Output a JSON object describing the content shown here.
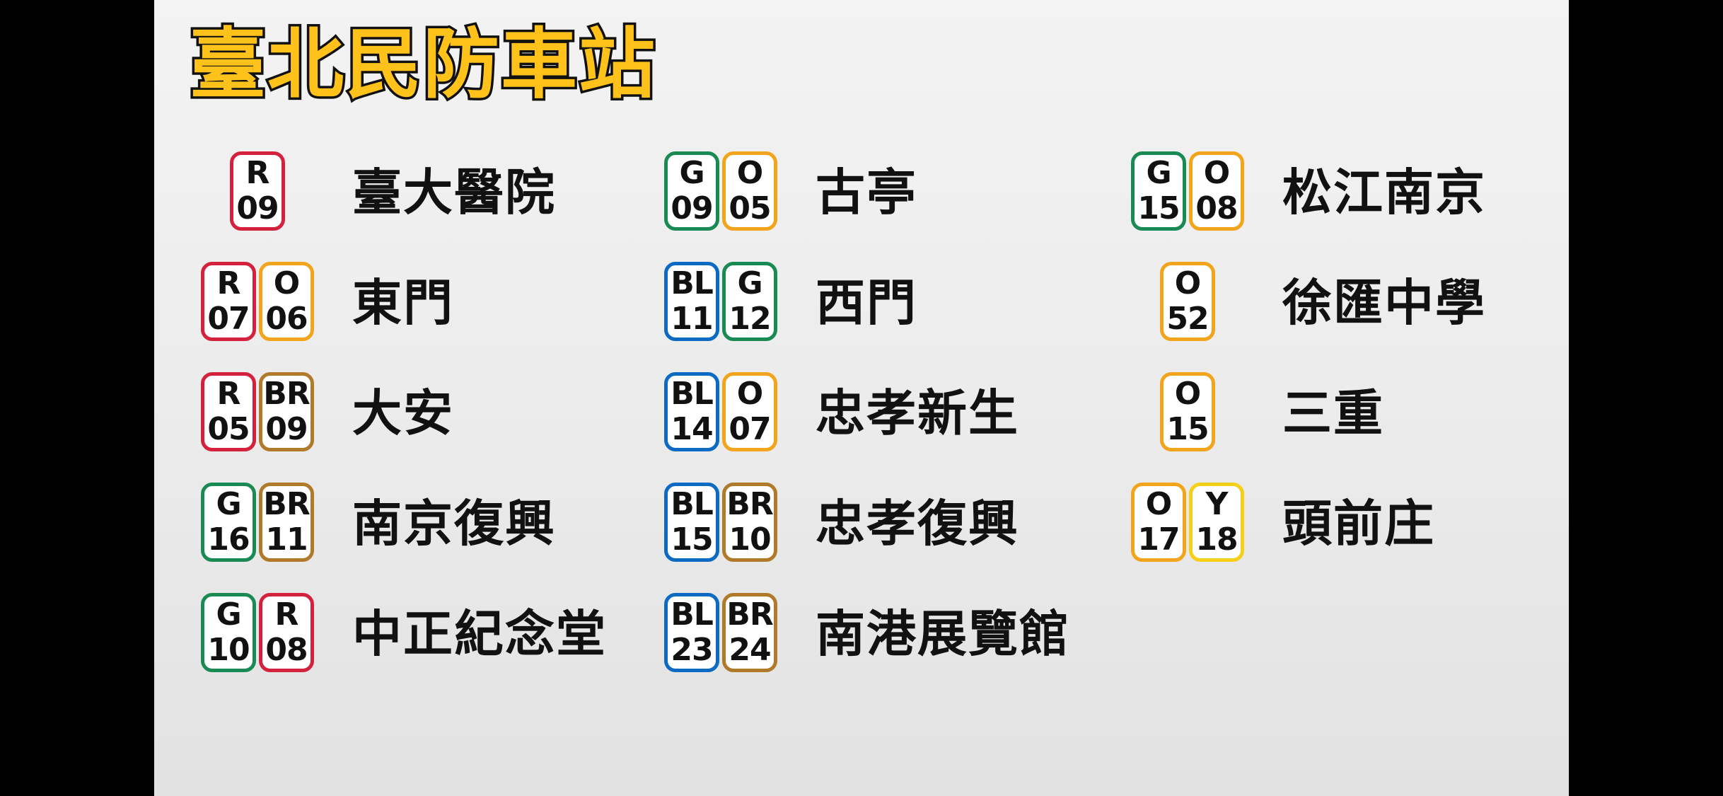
{
  "title": "臺北民防車站",
  "line_colors": {
    "R": "#d4213d",
    "O": "#f2a51c",
    "G": "#1a8a55",
    "BL": "#0b6ac2",
    "BR": "#b17a2a",
    "Y": "#f5d018"
  },
  "columns": [
    [
      {
        "name": "臺大醫院",
        "badges": [
          {
            "line": "R",
            "num": "09"
          }
        ]
      },
      {
        "name": "東門",
        "badges": [
          {
            "line": "R",
            "num": "07"
          },
          {
            "line": "O",
            "num": "06"
          }
        ]
      },
      {
        "name": "大安",
        "badges": [
          {
            "line": "R",
            "num": "05"
          },
          {
            "line": "BR",
            "num": "09"
          }
        ]
      },
      {
        "name": "南京復興",
        "badges": [
          {
            "line": "G",
            "num": "16"
          },
          {
            "line": "BR",
            "num": "11"
          }
        ]
      },
      {
        "name": "中正紀念堂",
        "badges": [
          {
            "line": "G",
            "num": "10"
          },
          {
            "line": "R",
            "num": "08"
          }
        ]
      }
    ],
    [
      {
        "name": "古亭",
        "badges": [
          {
            "line": "G",
            "num": "09"
          },
          {
            "line": "O",
            "num": "05"
          }
        ]
      },
      {
        "name": "西門",
        "badges": [
          {
            "line": "BL",
            "num": "11"
          },
          {
            "line": "G",
            "num": "12"
          }
        ]
      },
      {
        "name": "忠孝新生",
        "badges": [
          {
            "line": "BL",
            "num": "14"
          },
          {
            "line": "O",
            "num": "07"
          }
        ]
      },
      {
        "name": "忠孝復興",
        "badges": [
          {
            "line": "BL",
            "num": "15"
          },
          {
            "line": "BR",
            "num": "10"
          }
        ]
      },
      {
        "name": "南港展覽館",
        "badges": [
          {
            "line": "BL",
            "num": "23"
          },
          {
            "line": "BR",
            "num": "24"
          }
        ]
      }
    ],
    [
      {
        "name": "松江南京",
        "badges": [
          {
            "line": "G",
            "num": "15"
          },
          {
            "line": "O",
            "num": "08"
          }
        ]
      },
      {
        "name": "徐匯中學",
        "badges": [
          {
            "line": "O",
            "num": "52"
          }
        ]
      },
      {
        "name": "三重",
        "badges": [
          {
            "line": "O",
            "num": "15"
          }
        ]
      },
      {
        "name": "頭前庄",
        "badges": [
          {
            "line": "O",
            "num": "17"
          },
          {
            "line": "Y",
            "num": "18"
          }
        ]
      }
    ]
  ]
}
